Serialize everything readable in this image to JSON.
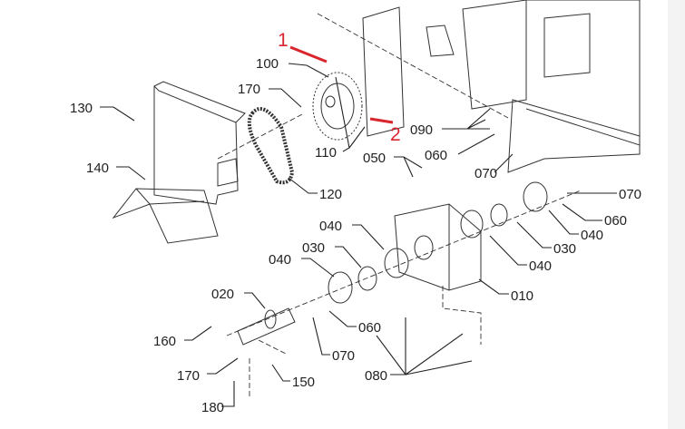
{
  "diagram": {
    "title": "Exploded parts diagram - chain drive and bearing housing",
    "accent_color": "#d8262c",
    "markers": [
      "1",
      "2"
    ],
    "callouts": [
      "100",
      "170",
      "130",
      "140",
      "120",
      "110",
      "090",
      "060",
      "070",
      "050",
      "070",
      "060",
      "040",
      "030",
      "040",
      "040",
      "030",
      "040",
      "020",
      "060",
      "070",
      "010",
      "160",
      "170",
      "150",
      "180",
      "080"
    ]
  }
}
